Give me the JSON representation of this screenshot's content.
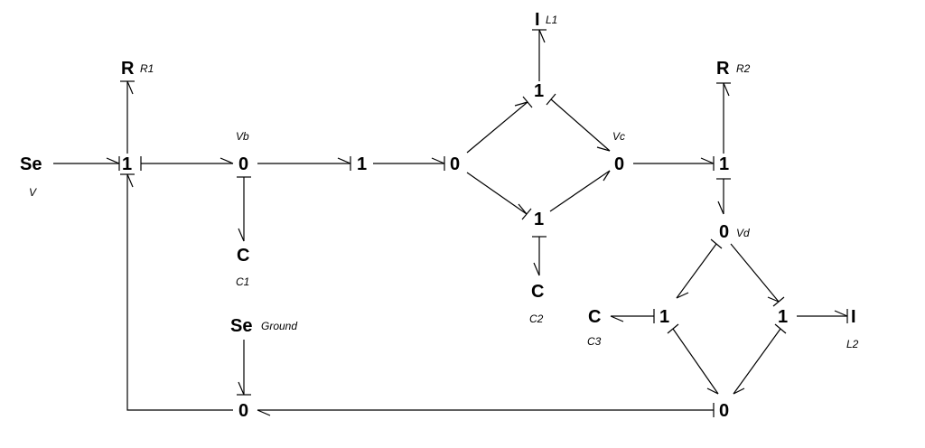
{
  "nodes": {
    "se_v": "Se",
    "one_a": "1",
    "r1": "R",
    "zero_b": "0",
    "c1": "C",
    "one_d": "1",
    "zero_e": "0",
    "one_top": "1",
    "i_l1": "I",
    "one_bot": "1",
    "c2": "C",
    "zero_c": "0",
    "one_f": "1",
    "r2": "R",
    "zero_d": "0",
    "one_g": "1",
    "c3": "C",
    "one_h": "1",
    "i_l2": "I",
    "zero_ground_r": "0",
    "se_ground": "Se",
    "zero_ground_l": "0"
  },
  "labels": {
    "v": "V",
    "r1": "R1",
    "vb": "Vb",
    "c1": "C1",
    "ground": "Ground",
    "l1": "L1",
    "vc": "Vc",
    "c2": "C2",
    "r2": "R2",
    "vd": "Vd",
    "c3": "C3",
    "l2": "L2"
  }
}
